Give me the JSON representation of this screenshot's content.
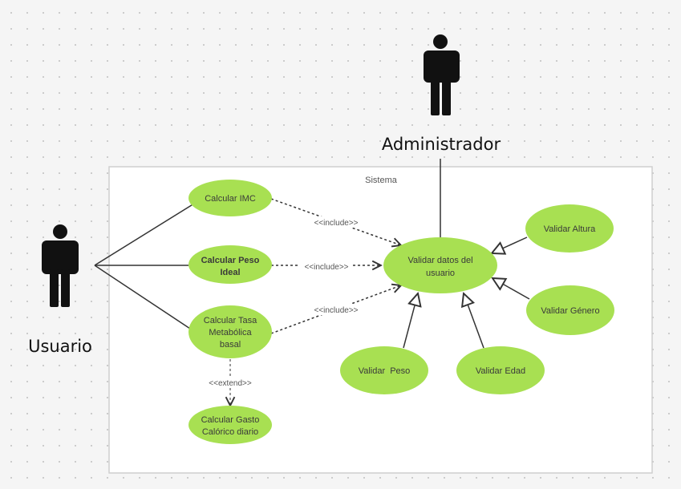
{
  "system": {
    "title": "Sistema"
  },
  "actors": {
    "usuario": "Usuario",
    "administrador": "Administrador"
  },
  "use_cases": {
    "calcular_imc": [
      "Calcular IMC"
    ],
    "calcular_peso_ideal": [
      "Calcular Peso",
      "Ideal"
    ],
    "calcular_tmb": [
      "Calcular Tasa",
      "Metabólica",
      "basal"
    ],
    "calcular_gasto": [
      "Calcular Gasto",
      "Calórico diario"
    ],
    "validar_datos": [
      "Validar datos del",
      "usuario"
    ],
    "validar_altura": [
      "Validar Altura"
    ],
    "validar_genero": [
      "Validar Género"
    ],
    "validar_peso": [
      "Validar  Peso"
    ],
    "validar_edad": [
      "Validar Edad"
    ]
  },
  "relations": {
    "include": "<<include>>",
    "extend": "<<extend>>"
  },
  "colors": {
    "use_case_fill": "#a8e052",
    "line": "#333333",
    "system_border": "#cfcfcf",
    "system_fill": "#ffffff"
  }
}
